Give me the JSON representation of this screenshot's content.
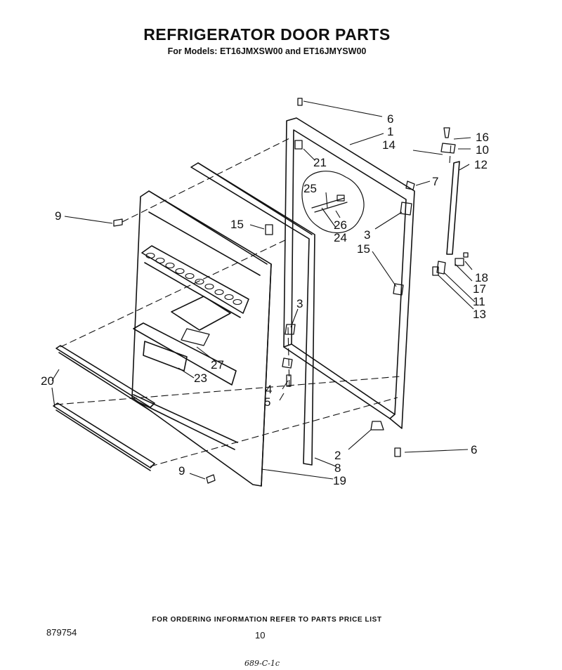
{
  "header": {
    "title": "REFRIGERATOR DOOR PARTS",
    "subtitle": "For Models: ET16JMXSW00 and ET16JMYSW00"
  },
  "callouts": {
    "c1": "1",
    "c2": "2",
    "c3a": "3",
    "c3b": "3",
    "c4": "4",
    "c5": "5",
    "c6a": "6",
    "c6b": "6",
    "c7": "7",
    "c8": "8",
    "c9a": "9",
    "c9b": "9",
    "c10": "10",
    "c11": "11",
    "c12": "12",
    "c13": "13",
    "c14": "14",
    "c15a": "15",
    "c15b": "15",
    "c16": "16",
    "c17": "17",
    "c18": "18",
    "c19": "19",
    "c20": "20",
    "c21": "21",
    "c23": "23",
    "c24": "24",
    "c25": "25",
    "c26": "26",
    "c27": "27"
  },
  "footer": {
    "ordering_note": "FOR ORDERING INFORMATION REFER TO PARTS PRICE LIST",
    "page_number": "10",
    "document_number": "879754",
    "handwritten_note": "689-C-1c"
  }
}
